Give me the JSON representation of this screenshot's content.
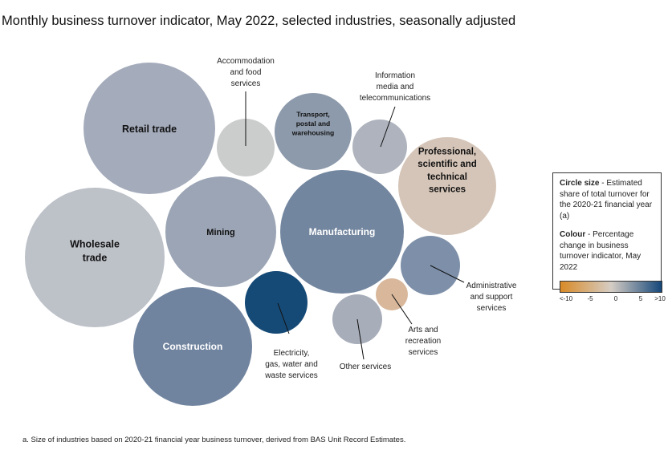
{
  "chart_data": {
    "type": "bubble",
    "title": "Monthly business turnover indicator, May 2022, selected industries, seasonally adjusted",
    "size_measure": "Estimated share of total turnover for the 2020-21 financial year (a)",
    "colour_measure": "Percentage change in business turnover indicator, May 2022",
    "colour_scale": {
      "min": -10,
      "max": 10,
      "ticks": [
        "<-10",
        "-5",
        "0",
        "5",
        ">10"
      ],
      "colors": [
        "#d98a27",
        "#d5cdc4",
        "#15477a"
      ]
    },
    "series": [
      {
        "name": "Retail trade",
        "color": "#a4abbb",
        "label_color": "#111111"
      },
      {
        "name": "Wholesale trade",
        "color": "#bdc1c8",
        "label_color": "#111111"
      },
      {
        "name": "Mining",
        "color": "#9ba5b5",
        "label_color": "#111111"
      },
      {
        "name": "Manufacturing",
        "color": "#73869f",
        "label_color": "#ffffff"
      },
      {
        "name": "Construction",
        "color": "#71849f",
        "label_color": "#ffffff"
      },
      {
        "name": "Accommodation and food services",
        "color": "#cbcccc",
        "label_color": "#222222"
      },
      {
        "name": "Transport, postal and warehousing",
        "color": "#8d9aab",
        "label_color": "#111111"
      },
      {
        "name": "Information media and telecommunications",
        "color": "#aeb3bd",
        "label_color": "#222222"
      },
      {
        "name": "Professional, scientific and technical services",
        "color": "#d5c5b8",
        "label_color": "#111111"
      },
      {
        "name": "Administrative and support services",
        "color": "#7e90a9",
        "label_color": "#222222"
      },
      {
        "name": "Arts and recreation services",
        "color": "#d8b79b",
        "label_color": "#222222"
      },
      {
        "name": "Other services",
        "color": "#a7adb9",
        "label_color": "#222222"
      },
      {
        "name": "Electricity, gas, water and waste services",
        "color": "#164a76",
        "label_color": "#222222"
      }
    ],
    "labels": {
      "retail": [
        "Retail trade"
      ],
      "wholesale": [
        "Wholesale",
        "trade"
      ],
      "mining": [
        "Mining"
      ],
      "manufacturing": [
        "Manufacturing"
      ],
      "construction": [
        "Construction"
      ],
      "accommodation": [
        "Accommodation",
        "and food",
        "services"
      ],
      "transport": [
        "Transport,",
        "postal and",
        "warehousing"
      ],
      "information": [
        "Information",
        "media and",
        "telecommunications"
      ],
      "professional": [
        "Professional,",
        "scientific and",
        "technical",
        "services"
      ],
      "administrative": [
        "Administrative",
        "and support",
        "services"
      ],
      "arts": [
        "Arts and",
        "recreation",
        "services"
      ],
      "other": [
        "Other services"
      ],
      "electricity": [
        "Electricity,",
        "gas, water and",
        "waste services"
      ]
    }
  },
  "legend": {
    "size_heading": "Circle size",
    "size_text": " - Estimated share of total turnover for the 2020-21 financial year (a)",
    "colour_heading": "Colour",
    "colour_text": " - Percentage change in business turnover indicator, May 2022",
    "ticks": [
      "<-10",
      "-5",
      "0",
      "5",
      ">10"
    ]
  },
  "footnote": "a. Size of industries based on 2020-21 financial year business turnover, derived from BAS Unit Record Estimates."
}
